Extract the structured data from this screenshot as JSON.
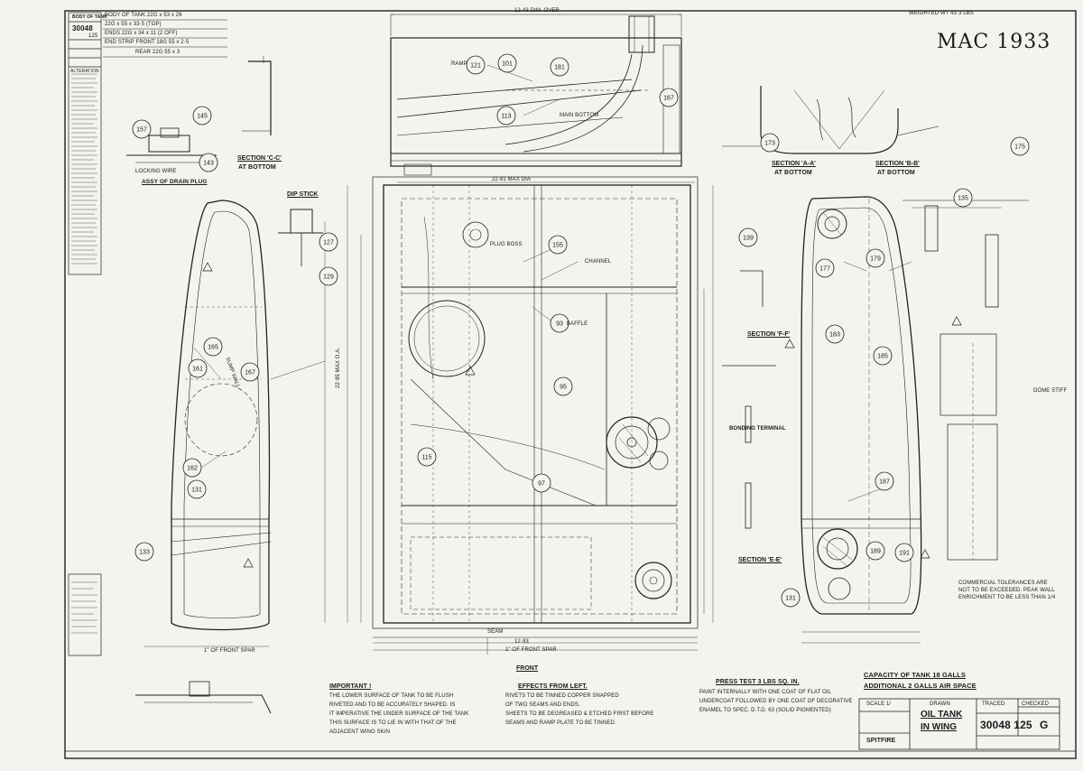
{
  "header": {
    "mac_annotation": "MAC 1933",
    "weighted_note": "WEIGHTED WT 43·3 LBS",
    "top_dimension": "12·43 DIM. OVER"
  },
  "left_strip": {
    "number": "30048",
    "sub": "125",
    "alteration_label": "ALTERATION",
    "side_text": "BODY OF TANK"
  },
  "spec_block": {
    "line1": "BODY OF TANK 22G x 53 x 26",
    "line2": "22G x 55 x 33·5 (TOP)",
    "line3": "ENDS 22G x 34 x 11 (2 OFF)",
    "line4": "END STRIP FRONT 18G 55 x 2·5",
    "line5": "REAR 22G 55 x 3"
  },
  "sections": {
    "cc": "SECTION 'C-C'",
    "cc_sub": "AT BOTTOM",
    "aa": "SECTION 'A-A'",
    "aa_sub": "AT BOTTOM",
    "bb": "SECTION 'B-B'",
    "bb_sub": "AT BOTTOM",
    "ff": "SECTION 'F-F'",
    "ee": "SECTION 'E-E'",
    "dip_stick": "DIP STICK",
    "drain_plug": "ASSY OF DRAIN PLUG",
    "bonding": "BONDING TERMINAL",
    "front": "FRONT"
  },
  "part_labels": {
    "ramp": "RAMP",
    "main_bottom": "MAIN BOTTOM",
    "channel": "CHANNEL",
    "baffle": "BAFFLE",
    "seam": "SEAM",
    "plug_boss": "PLUG BOSS",
    "locking_wire": "LOCKING WIRE",
    "sump_wall": "SUMP WALL",
    "dome_stiff": "DOME STIFF",
    "front_spar_1": "1\" OF FRONT SPAR",
    "front_spar_2": "1\" OF FRONT SPAR",
    "max_dia": "22·81 MAX DIA",
    "overall": "22·85 MAX O.A.",
    "dim_12_93": "12·93"
  },
  "balloons": [
    "101",
    "121",
    "181",
    "113",
    "167",
    "145",
    "157",
    "143",
    "127",
    "129",
    "165",
    "161",
    "167",
    "162",
    "131",
    "133",
    "139",
    "155",
    "115",
    "93",
    "95",
    "97",
    "173",
    "175",
    "177",
    "179",
    "183",
    "185",
    "187",
    "189",
    "191",
    "131",
    "135"
  ],
  "notes": {
    "important_title": "IMPORTANT !",
    "important_1": "THE LOWER SURFACE OF TANK TO BE FLUSH",
    "important_2": "RIVETED AND TO BE ACCURATELY SHAPED. IS",
    "important_3": "IT IMPERATIVE THE UNDER SURFACE OF THE TANK",
    "important_4": "THIS SURFACE IS TO LIE IN WITH THAT OF THE",
    "important_5": "ADJACENT WING SKIN",
    "effects_title": "EFFECTS FROM LEFT.",
    "effects_1": "RIVETS TO BE TINNED COPPER SNAPPED",
    "effects_2": "OF TWO SEAMS AND ENDS.",
    "effects_3": "SHEETS TO BE DEGREASED & ETCHED FIRST BEFORE",
    "effects_4": "SEAMS AND RAMP PLATE TO BE TINNED.",
    "press_title": "PRESS TEST 3 LBS SQ. IN.",
    "press_1": "PAINT INTERNALLY WITH ONE COAT OF FLAT OIL",
    "press_2": "UNDERCOAT FOLLOWED BY ONE COAT OF DECORATIVE",
    "press_3": "ENAMEL TO SPEC. D.T.D. 63 (SOLID PIGMENTED)",
    "capacity": "CAPACITY OF TANK 18 GALLS",
    "additional": "ADDITIONAL 2 GALLS AIR SPACE",
    "commercial_1": "COMMERCIAL TOLERANCES ARE",
    "commercial_2": "NOT TO BE EXCEEDED. PEAK WALL",
    "commercial_3": "ENRICHMENT TO BE LESS THAN 1/4"
  },
  "title_block": {
    "title_line1": "OIL TANK",
    "title_line2": "IN WING",
    "aircraft": "SPITFIRE",
    "scale": "SCALE 1/",
    "drawing_no": "30048 125",
    "sheet_letter": "G",
    "drawn": "DRAWN",
    "traced": "TRACED",
    "checked": "CHECKED"
  }
}
